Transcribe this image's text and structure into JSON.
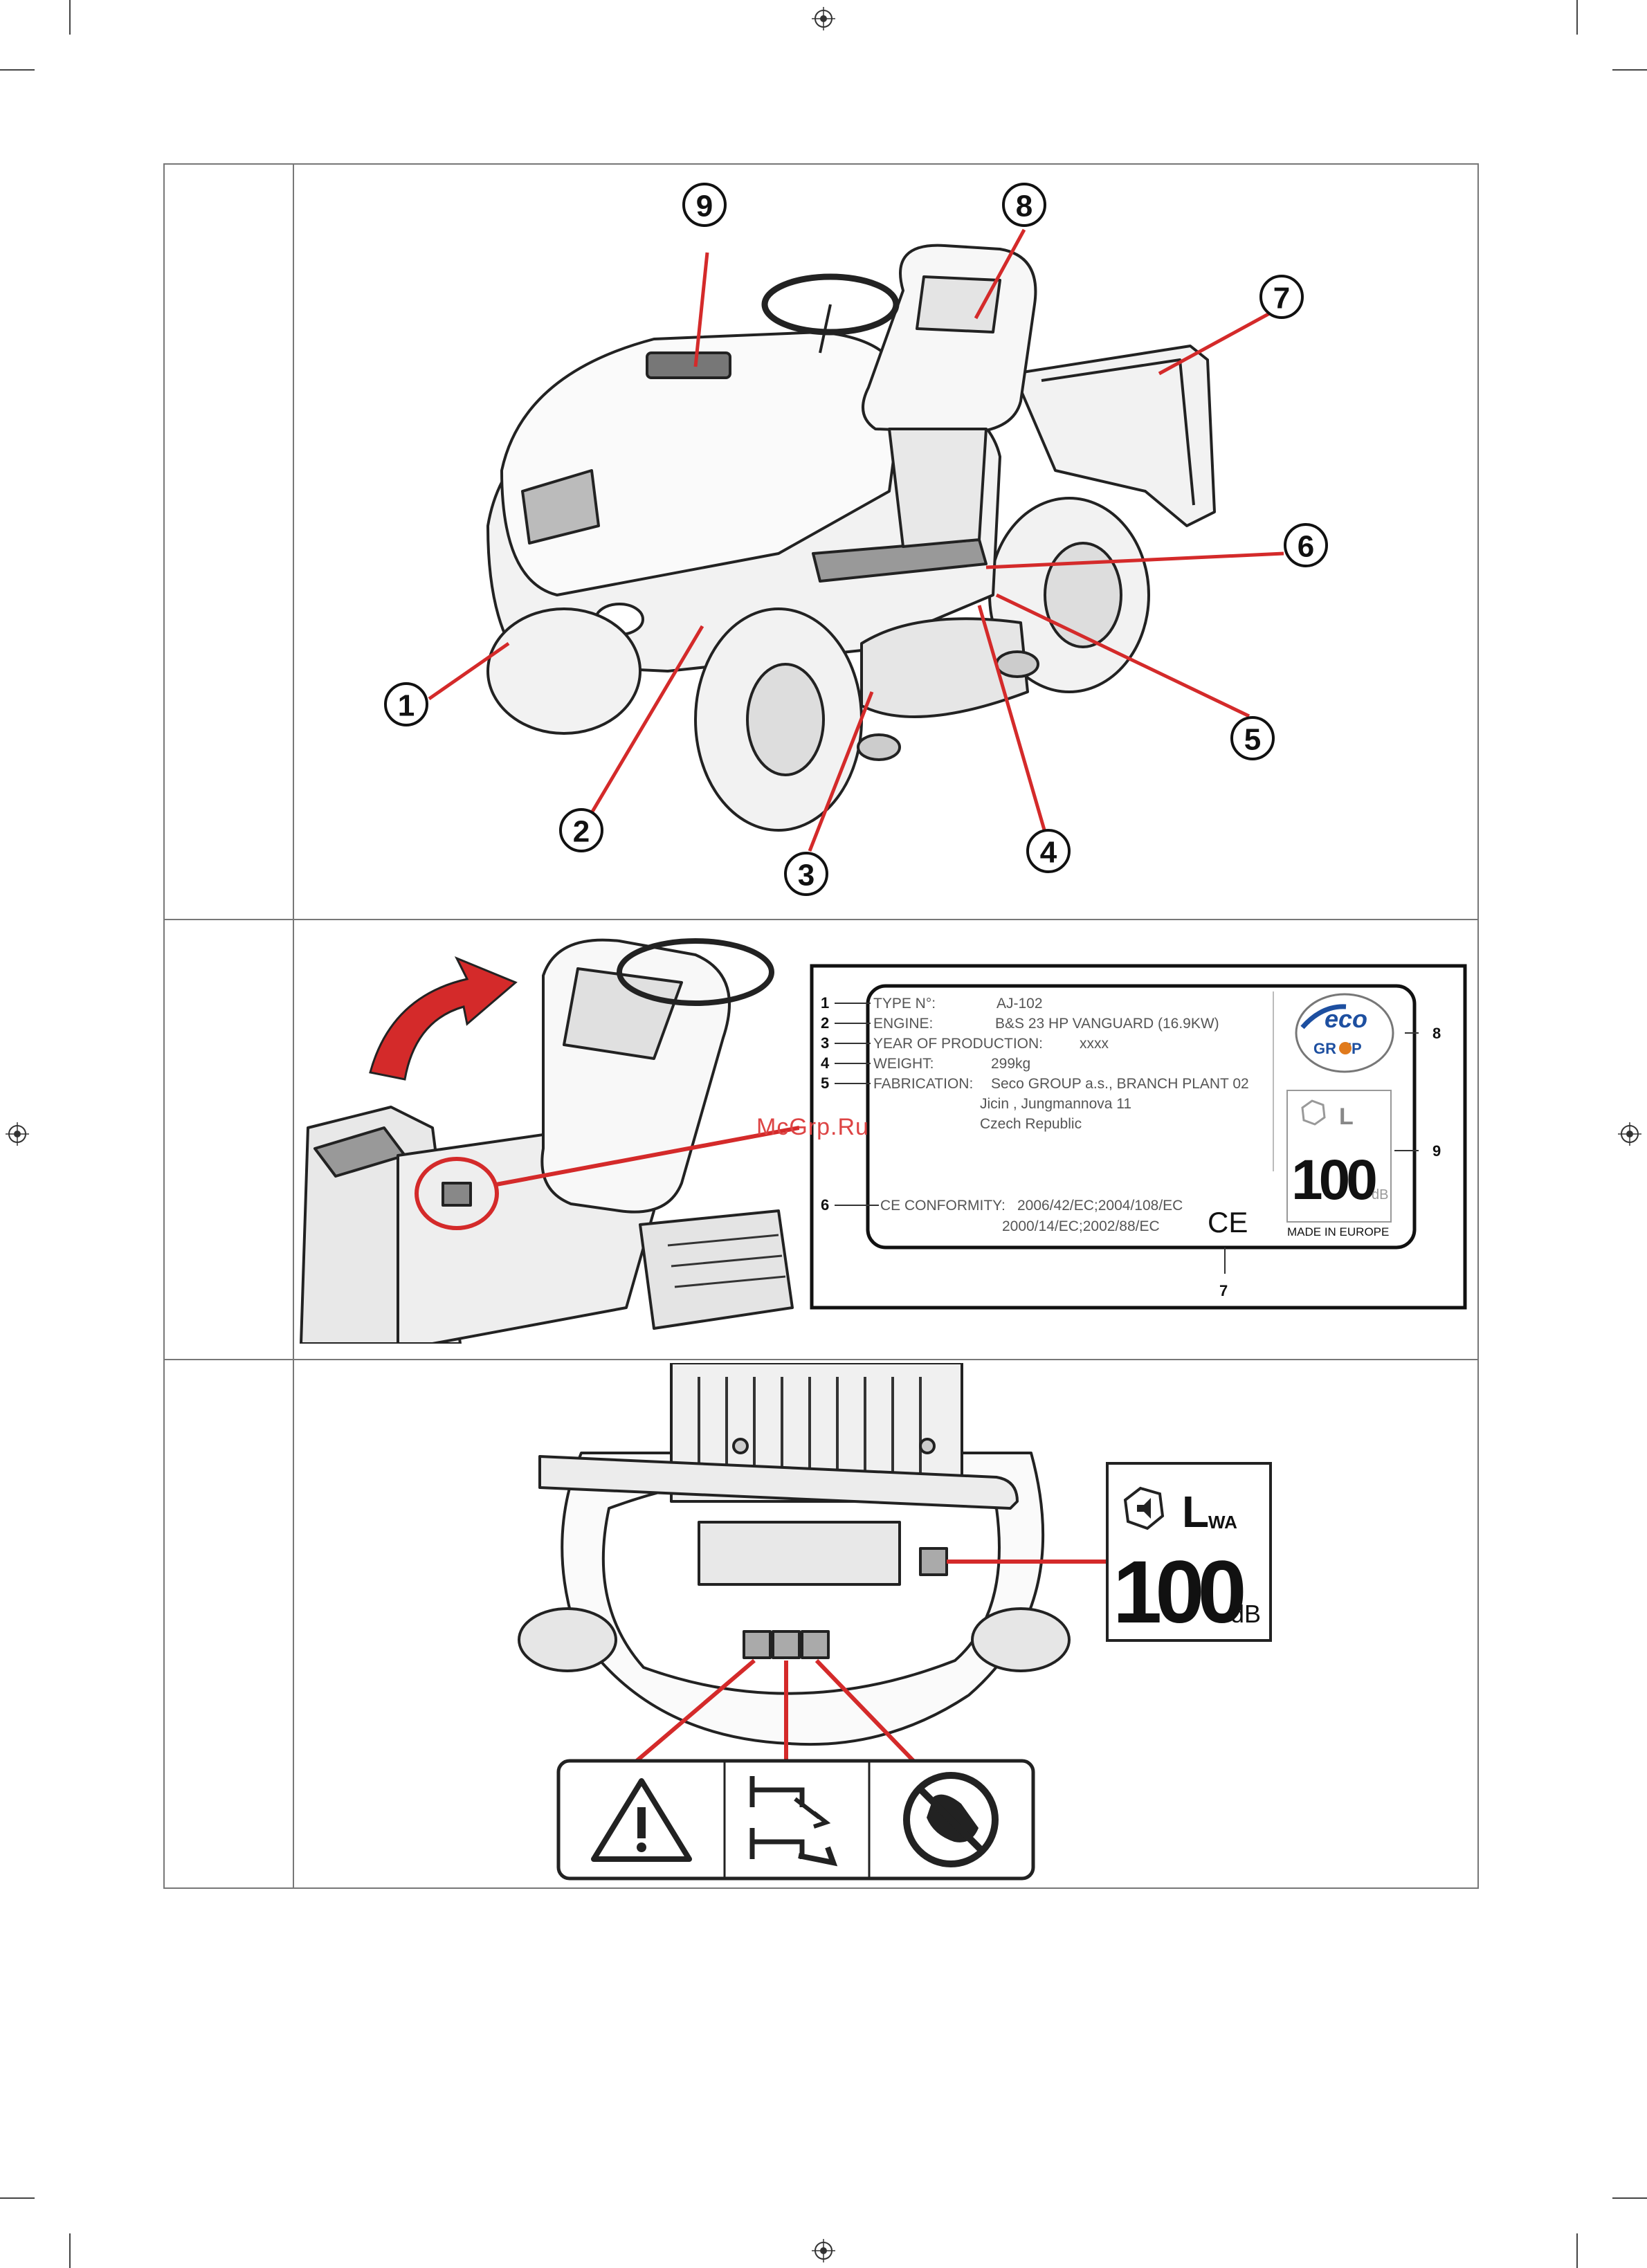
{
  "figure1": {
    "callouts": [
      "1",
      "2",
      "3",
      "4",
      "5",
      "6",
      "7",
      "8",
      "9"
    ]
  },
  "plate": {
    "row_numbers": [
      "1",
      "2",
      "3",
      "4",
      "5"
    ],
    "type_label": "TYPE N°:",
    "type_value": "AJ-102",
    "engine_label": "ENGINE:",
    "engine_value": "B&S 23 HP VANGUARD (16.9KW)",
    "year_label": "YEAR OF PRODUCTION:",
    "year_value": "xxxx",
    "weight_label": "WEIGHT:",
    "weight_value": "299kg",
    "fabrication_label": "FABRICATION:",
    "fabrication_value": "Seco GROUP a.s., BRANCH PLANT 02",
    "address_line1": "Jicin , Jungmannova 11",
    "address_line2": "Czech Republic",
    "ce_number": "6",
    "ce_label": "CE CONFORMITY:",
    "ce_line1": "2006/42/EC;2004/108/EC",
    "ce_line2": "2000/14/EC;2002/88/EC",
    "ce_mark": "CE",
    "callout7": "7",
    "callout8": "8",
    "callout9": "9",
    "logo_top": "eco",
    "logo_bottom": "GR   UP",
    "noise_value": "100",
    "noise_unit": "dB",
    "lwa_label": "L",
    "made_in": "MADE IN EUROPE"
  },
  "noise_label": {
    "lwa": "L",
    "lwa_sub": "WA",
    "value": "100",
    "unit": "dB"
  },
  "watermark": "McGrp.Ru",
  "colors": {
    "accent_red": "#d42a2a",
    "frame_gray": "#777777"
  }
}
